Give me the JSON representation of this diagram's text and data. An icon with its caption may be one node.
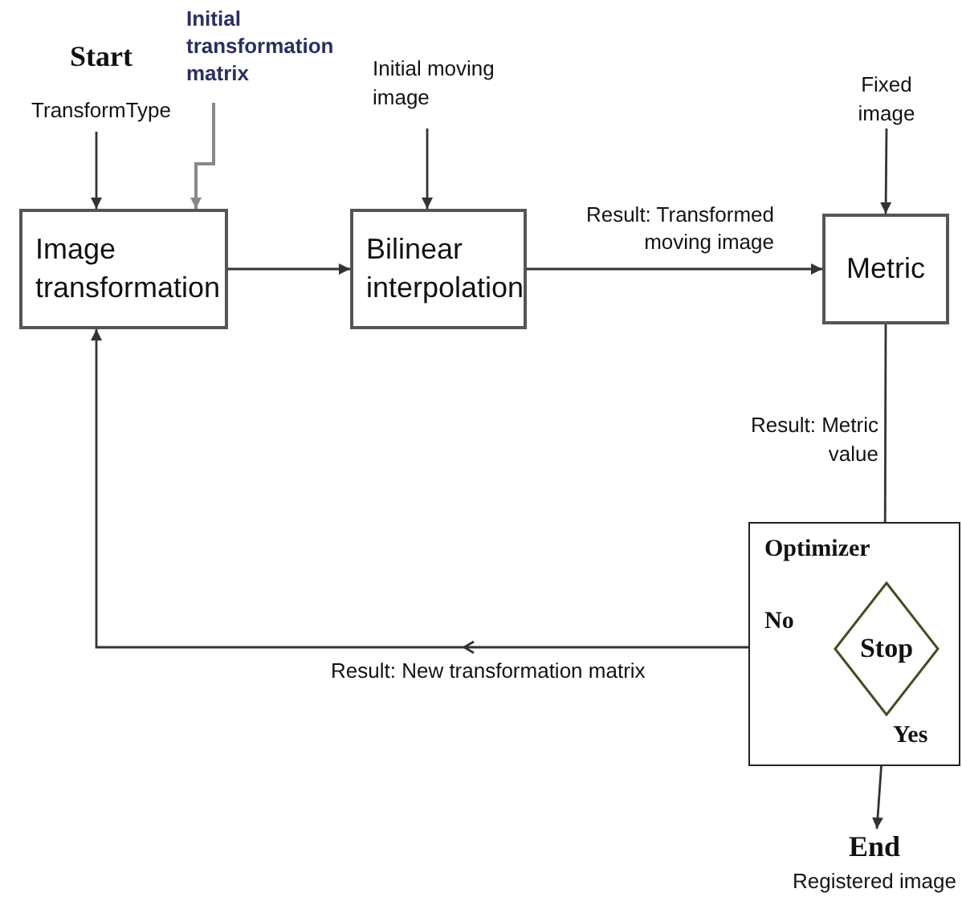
{
  "diagram": {
    "nodes": [
      {
        "text": [
          "Start",
          "TransformType"
        ]
      },
      {
        "text": [
          "Initial transformation matrix"
        ]
      },
      {
        "text": [
          "Initial moving image"
        ]
      },
      {
        "text": [
          "Fixed image"
        ]
      },
      {
        "text": [
          "Image transformation"
        ]
      },
      {
        "text": [
          "Bilinear interpolation"
        ]
      },
      {
        "text": [
          "Metric"
        ]
      },
      {
        "text": [
          "Optimizer"
        ]
      },
      {
        "text": [
          "Stop"
        ],
        "in": 7
      },
      {
        "text": [
          "End",
          "Registered image"
        ]
      }
    ],
    "edges": [
      {
        "from": 0,
        "to": 4,
        "arrow": "to"
      },
      {
        "from": 1,
        "to": 4,
        "arrow": "to",
        "color": "#888888"
      },
      {
        "from": 2,
        "to": 5,
        "arrow": "to"
      },
      {
        "from": 3,
        "to": 6,
        "arrow": "to"
      },
      {
        "from": 4,
        "to": 5,
        "arrow": "to"
      },
      {
        "from": 5,
        "to": 6,
        "arrow": "to",
        "label": "Result: Transformed moving image"
      },
      {
        "from": 6,
        "to": 8,
        "arrow": "to",
        "label": "Result: Metric value"
      },
      {
        "from": 8,
        "to": 4,
        "arrow": "to",
        "label": "Result: New transformation matrix"
      },
      {
        "from": 8,
        "to": 9,
        "arrow": "to"
      }
    ],
    "labels": [
      "No",
      "Yes"
    ]
  }
}
